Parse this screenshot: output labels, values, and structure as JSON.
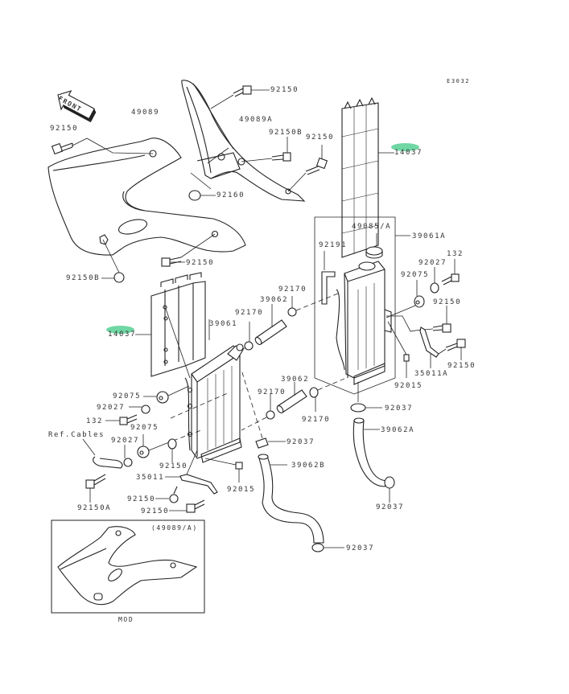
{
  "diagram": {
    "code": "E3032",
    "front_arrow": "FRONT",
    "labels": {
      "p49089": "49089",
      "p92150_tl": "92150",
      "p92150_top": "92150",
      "p49089A": "49089A",
      "p92150B": "92150B",
      "p92150_r": "92150",
      "p14037_r": "14037",
      "p92160": "92160",
      "p92150_mid": "92150",
      "p92150B_l": "92150B",
      "p49085A": "49085/A",
      "p39061A": "39061A",
      "p92191": "92191",
      "p132_r": "132",
      "p92027_r": "92027",
      "p92075_r": "92075",
      "p92170_a": "92170",
      "p39062_a": "39062",
      "p92170_b": "92170",
      "p14037_l": "14037",
      "p39061": "39061",
      "p92150_rr": "92150",
      "p35011A": "35011A",
      "p92150_rr2": "92150",
      "p92015_r": "92015",
      "p92075_l": "92075",
      "p92027_l": "92027",
      "p132_l": "132",
      "p92075_l2": "92075",
      "p92027_l2": "92027",
      "ref_cables": "Ref.Cables",
      "p92150_l": "92150",
      "p35011": "35011",
      "p92150_l2": "92150",
      "p92150_l3": "92150",
      "p92150A": "92150A",
      "p92015_l": "92015",
      "p39062_b": "39062",
      "p92170_c": "92170",
      "p92170_d": "92170",
      "p92037_a": "92037",
      "p39062A": "39062A",
      "p92037_b": "92037",
      "p92037_c": "92037",
      "p39062B": "39062B",
      "p92037_d": "92037"
    },
    "inset": {
      "title": "(49089/A)",
      "caption": "MOD"
    },
    "highlight_color": "#5fd39a"
  }
}
